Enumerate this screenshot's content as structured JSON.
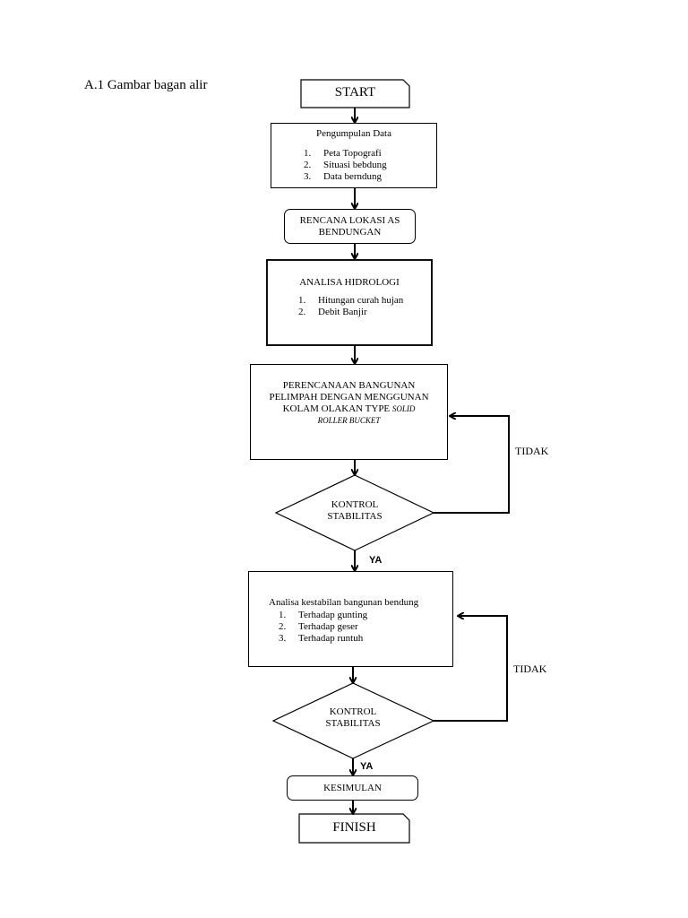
{
  "page": {
    "caption": "A.1  Gambar bagan alir"
  },
  "flowchart": {
    "start": "START",
    "data_collection": {
      "title": "Pengumpulan Data",
      "items": [
        "Peta Topografi",
        "Situasi bebdung",
        "Data berndung"
      ]
    },
    "location_plan": {
      "line1": "RENCANA LOKASI AS",
      "line2": "BENDUNGAN"
    },
    "hydrology": {
      "title": "ANALISA HIDROLOGI",
      "items": [
        "Hitungan curah hujan",
        "Debit Banjir"
      ]
    },
    "spillway_design": {
      "line1": "PERENCANAAN BANGUNAN",
      "line2": "PELIMPAH DENGAN MENGGUNAN",
      "line3": "KOLAM OLAKAN TYPE",
      "line3_italic": "SOLID",
      "line4_italic": "ROLLER BUCKET"
    },
    "control_1": {
      "line1": "KONTROL",
      "line2": "STABILITAS",
      "no_label": "TIDAK",
      "yes_label": "YA"
    },
    "stability_analysis": {
      "title": "Analisa kestabilan bangunan bendung",
      "items": [
        "Terhadap gunting",
        "Terhadap geser",
        "Terhadap runtuh"
      ]
    },
    "control_2": {
      "line1": "KONTROL",
      "line2": "STABILITAS",
      "no_label": "TIDAK",
      "yes_label": "YA"
    },
    "conclusion": "KESIMULAN",
    "finish": "FINISH"
  }
}
